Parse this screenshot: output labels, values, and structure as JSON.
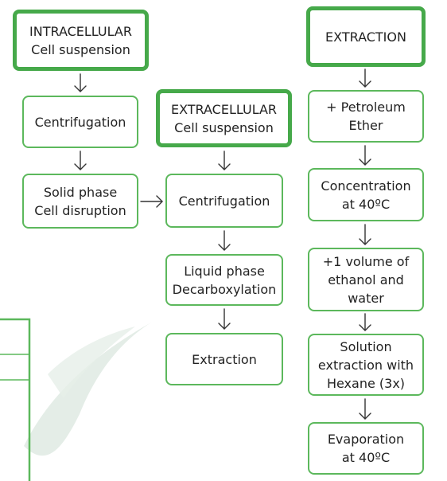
{
  "colors": {
    "box_border": "#5cb85c",
    "heading_border": "#46a94a",
    "arrow": "#333333",
    "background_leaf": "#dbe8e0"
  },
  "col1": {
    "header": [
      "INTRACELLULAR",
      "Cell suspension"
    ],
    "step1": [
      "Centrifugation"
    ],
    "step2": [
      "Solid phase",
      "Cell disruption"
    ]
  },
  "col2": {
    "header": [
      "EXTRACELLULAR",
      "Cell suspension"
    ],
    "step1": [
      "Centrifugation"
    ],
    "step2": [
      "Liquid phase",
      "Decarboxylation"
    ],
    "step3": [
      "Extraction"
    ]
  },
  "col3": {
    "header": [
      "EXTRACTION"
    ],
    "step1": [
      "+ Petroleum",
      "Ether"
    ],
    "step2": [
      "Concentration",
      "at 40ºC"
    ],
    "step3": [
      "+1 volume of",
      "ethanol and",
      "water"
    ],
    "step4": [
      "Solution",
      "extraction with",
      "Hexane (3x)"
    ],
    "step5": [
      "Evaporation",
      "at 40ºC"
    ]
  }
}
